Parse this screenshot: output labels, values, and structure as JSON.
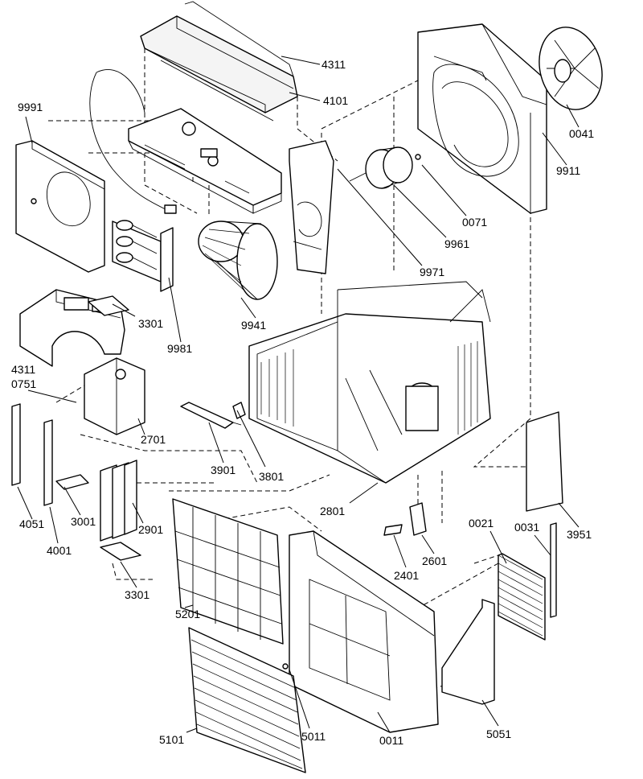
{
  "labels": {
    "p4311_top": "4311",
    "p4101": "4101",
    "p9991": "9991",
    "p0041": "0041",
    "p9911": "9911",
    "p0071": "0071",
    "p9961": "9961",
    "p9971": "9971",
    "p3301_top": "3301",
    "p9981": "9981",
    "p9941": "9941",
    "p4311_left": "4311",
    "p0751": "0751",
    "p2701": "2701",
    "p3801": "3801",
    "p3901": "3901",
    "p4051": "4051",
    "p3001": "3001",
    "p4001": "4001",
    "p2901": "2901",
    "p3301_bottom": "3301",
    "p2801": "2801",
    "p3951": "3951",
    "p2601": "2601",
    "p2401": "2401",
    "p0021": "0021",
    "p0031": "0031",
    "p5201": "5201",
    "p5101": "5101",
    "p5011": "5011",
    "p0011": "0011",
    "p5051": "5051"
  }
}
